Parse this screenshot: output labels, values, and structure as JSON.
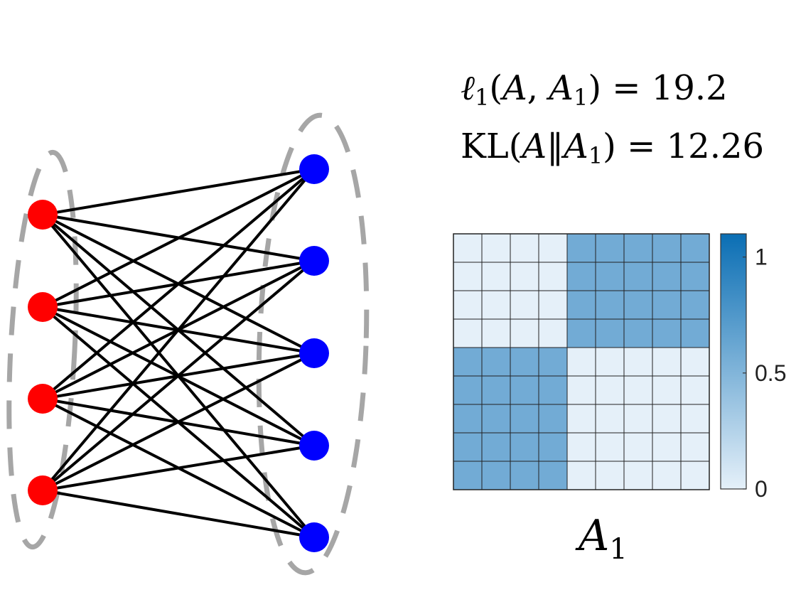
{
  "metrics": {
    "l1_value": "19.2",
    "kl_value": "12.26"
  },
  "graph": {
    "left_nodes": 4,
    "right_nodes": 5,
    "left_color": "#ff0000",
    "right_color": "#0000ff",
    "edge_color": "#000000",
    "group_outline_color": "#a6a6a6",
    "edges": [
      [
        0,
        0
      ],
      [
        0,
        1
      ],
      [
        0,
        2
      ],
      [
        0,
        3
      ],
      [
        0,
        4
      ],
      [
        1,
        0
      ],
      [
        1,
        1
      ],
      [
        1,
        2
      ],
      [
        1,
        3
      ],
      [
        1,
        4
      ],
      [
        2,
        0
      ],
      [
        2,
        1
      ],
      [
        2,
        2
      ],
      [
        2,
        3
      ],
      [
        2,
        4
      ],
      [
        3,
        0
      ],
      [
        3,
        1
      ],
      [
        3,
        2
      ],
      [
        3,
        3
      ],
      [
        3,
        4
      ]
    ]
  },
  "matrix": {
    "label_symbol": "A",
    "label_subscript": "1",
    "rows": 9,
    "cols": 9,
    "values": [
      [
        0,
        0,
        0,
        0,
        0.58,
        0.58,
        0.58,
        0.58,
        0.58
      ],
      [
        0,
        0,
        0,
        0,
        0.58,
        0.58,
        0.58,
        0.58,
        0.58
      ],
      [
        0,
        0,
        0,
        0,
        0.58,
        0.58,
        0.58,
        0.58,
        0.58
      ],
      [
        0,
        0,
        0,
        0,
        0.58,
        0.58,
        0.58,
        0.58,
        0.58
      ],
      [
        0.58,
        0.58,
        0.58,
        0.58,
        0,
        0,
        0,
        0,
        0
      ],
      [
        0.58,
        0.58,
        0.58,
        0.58,
        0,
        0,
        0,
        0,
        0
      ],
      [
        0.58,
        0.58,
        0.58,
        0.58,
        0,
        0,
        0,
        0,
        0
      ],
      [
        0.58,
        0.58,
        0.58,
        0.58,
        0,
        0,
        0,
        0,
        0
      ],
      [
        0.58,
        0.58,
        0.58,
        0.58,
        0,
        0,
        0,
        0,
        0
      ]
    ]
  },
  "colorbar": {
    "min": 0,
    "max": 1.1,
    "ticks": [
      {
        "value": 0,
        "label": "0"
      },
      {
        "value": 0.5,
        "label": "0.5"
      },
      {
        "value": 1,
        "label": "1"
      }
    ],
    "color_low": "#e5f0f9",
    "color_high": "#0a6eb4"
  }
}
